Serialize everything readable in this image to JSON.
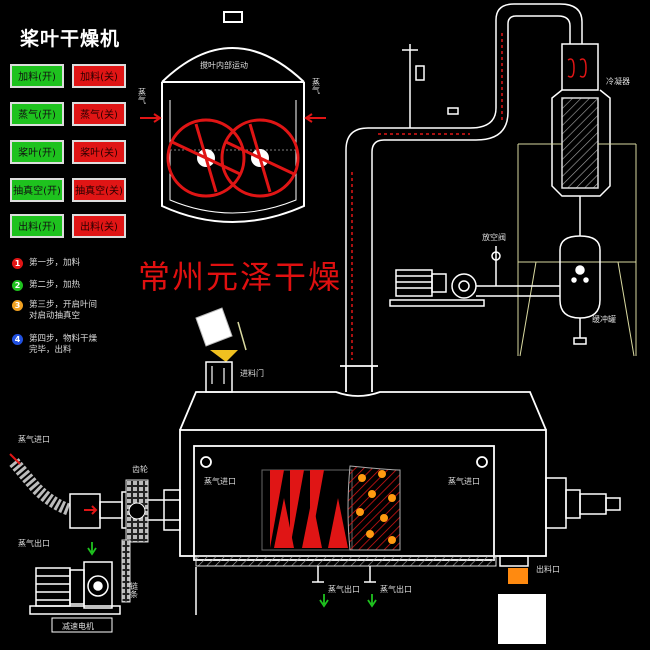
{
  "title": "桨叶干燥机",
  "controls": [
    {
      "on": "加料(开)",
      "off": "加料(关)"
    },
    {
      "on": "蒸气(开)",
      "off": "蒸气(关)"
    },
    {
      "on": "桨叶(开)",
      "off": "桨叶(关)"
    },
    {
      "on": "抽真空(开)",
      "off": "抽真空(关)"
    },
    {
      "on": "出料(开)",
      "off": "出料(关)"
    }
  ],
  "steps": [
    {
      "num": "1",
      "text": "第一步，加料",
      "color": "#e01515"
    },
    {
      "num": "2",
      "text": "第二步，加热",
      "color": "#1ec21e"
    },
    {
      "num": "3",
      "text": "第三步，开启叶间对启动抽真空",
      "color": "#f0a020"
    },
    {
      "num": "4",
      "text": "第四步，物料干燥完毕，出料",
      "color": "#2050e0"
    }
  ],
  "brand": "常州元泽干燥",
  "labels": {
    "inner_rotation": "搅叶内部运动",
    "steam_left": "蒸气",
    "steam_right": "蒸气",
    "condenser": "冷凝器",
    "air_valve": "放空阀",
    "buffer_tank": "缓冲罐",
    "feed_port": "进料门",
    "steam_inlet_left": "蒸气进口",
    "gear": "齿轮",
    "steam_outlet_left": "蒸气出口",
    "chain": "链条",
    "motor": "减速电机",
    "steam_inlet_inner_left": "蒸气进口",
    "steam_inlet_inner_right": "蒸气进口",
    "steam_outlet_bottom_1": "蒸气出口",
    "steam_outlet_bottom_2": "蒸气出口",
    "discharge": "出料口"
  },
  "colors": {
    "on": "#1ec21e",
    "off": "#e01515",
    "brand": "#e01010",
    "pipe": "#e6e6e6",
    "material": "#ff9a10"
  }
}
